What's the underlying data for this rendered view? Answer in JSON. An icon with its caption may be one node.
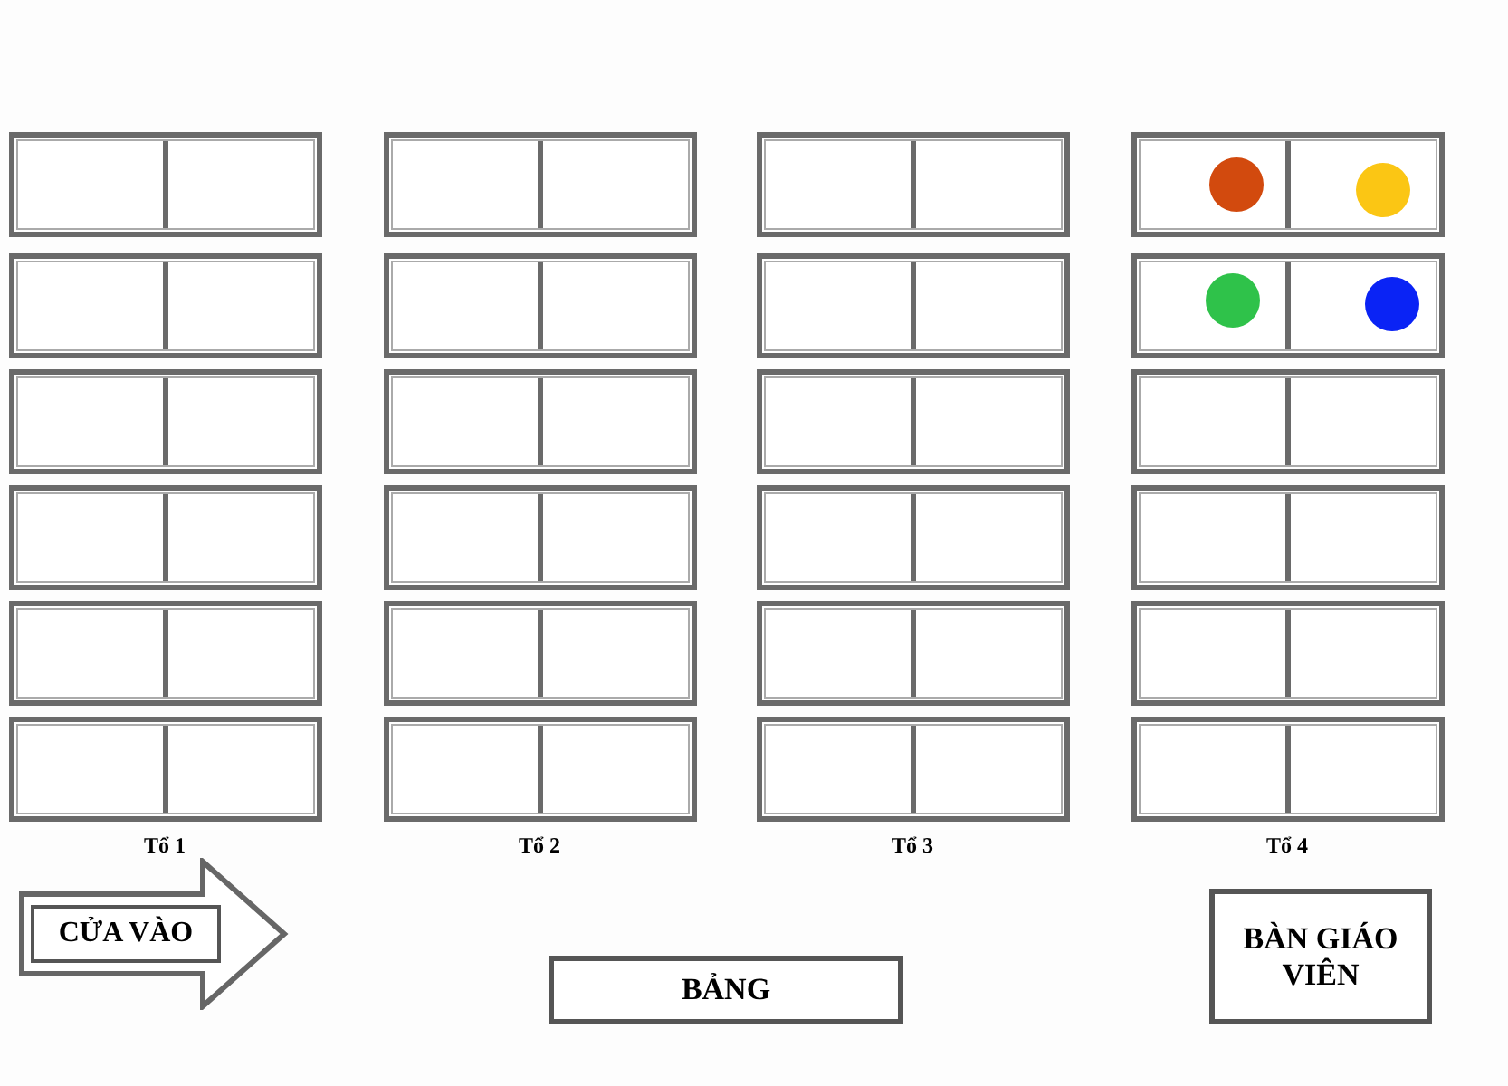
{
  "diagram": {
    "nodes": [
      {
        "text": [],
        "shape": "box"
      },
      {
        "text": [],
        "shape": "box"
      },
      {
        "text": [],
        "shape": "box"
      },
      {
        "text": [],
        "shape": "box"
      },
      {
        "text": [],
        "shape": "box"
      },
      {
        "text": [],
        "shape": "box"
      },
      {
        "text": [],
        "shape": "box"
      },
      {
        "text": [],
        "shape": "box"
      },
      {
        "text": [],
        "shape": "box"
      },
      {
        "text": [],
        "shape": "box"
      },
      {
        "text": [],
        "shape": "box"
      },
      {
        "text": [],
        "shape": "box"
      },
      {
        "text": [],
        "shape": "box"
      },
      {
        "text": [],
        "shape": "box"
      },
      {
        "text": [],
        "shape": "box"
      },
      {
        "text": [],
        "shape": "box"
      },
      {
        "text": [],
        "shape": "box"
      },
      {
        "text": [],
        "shape": "box"
      },
      {
        "text": [],
        "shape": "box"
      },
      {
        "text": [],
        "shape": "box"
      },
      {
        "text": [],
        "shape": "box"
      },
      {
        "text": [],
        "shape": "box"
      },
      {
        "text": [],
        "shape": "box"
      },
      {
        "text": [],
        "shape": "box"
      },
      {
        "text": [],
        "shape": "circle",
        "in": 3
      },
      {
        "text": [],
        "shape": "circle",
        "in": 3
      },
      {
        "text": [],
        "shape": "circle",
        "in": 7
      },
      {
        "text": [],
        "shape": "circle",
        "in": 7
      },
      {
        "text": [
          "CỬA VÀO"
        ]
      },
      {
        "text": [
          "BẢNG"
        ]
      },
      {
        "text": [
          "BÀN GIÁO VIÊN"
        ]
      }
    ],
    "labels": [
      "Tổ 1",
      "Tổ 2",
      "Tổ 3",
      "Tổ 4"
    ]
  }
}
